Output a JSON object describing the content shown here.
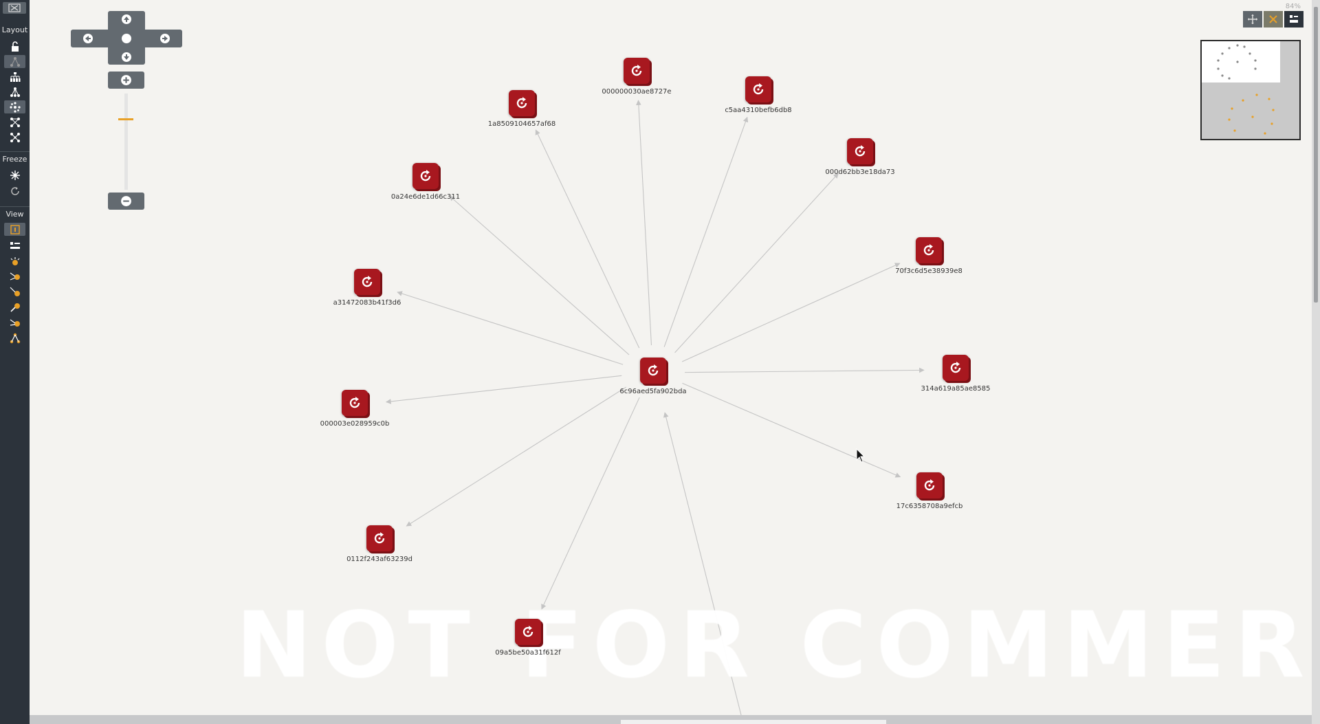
{
  "sidebar": {
    "layout_label": "Layout",
    "freeze_label": "Freeze",
    "view_label": "View"
  },
  "toolbar": {
    "zoom_percent": "84%"
  },
  "watermark": "NOT FOR COMMERCIAL USE",
  "graph": {
    "center": {
      "id": "6c96aed5fa902bda"
    },
    "nodes": [
      {
        "id": "000000030ae8727e"
      },
      {
        "id": "c5aa4310befb6db8"
      },
      {
        "id": "1a8509104657af68"
      },
      {
        "id": "000d62bb3e18da73"
      },
      {
        "id": "0a24e6de1d66c311"
      },
      {
        "id": "70f3c6d5e38939e8"
      },
      {
        "id": "a31472083b41f3d6"
      },
      {
        "id": "314a619a85ae8585"
      },
      {
        "id": "000003e028959c0b"
      },
      {
        "id": "17c6358708a9efcb"
      },
      {
        "id": "0112f243af63239d"
      },
      {
        "id": "09a5be50a31f612f"
      }
    ]
  },
  "colors": {
    "node": "#a8181f",
    "edge": "#c4c4c4",
    "sidebar": "#2c333b",
    "accent": "#e8a027"
  },
  "icons": {
    "node": "refresh-node-icon",
    "pan_up": "arrow-up-icon",
    "pan_down": "arrow-down-icon",
    "pan_left": "arrow-left-icon",
    "pan_right": "arrow-right-icon",
    "zoom_in": "plus-icon",
    "zoom_out": "minus-icon"
  }
}
